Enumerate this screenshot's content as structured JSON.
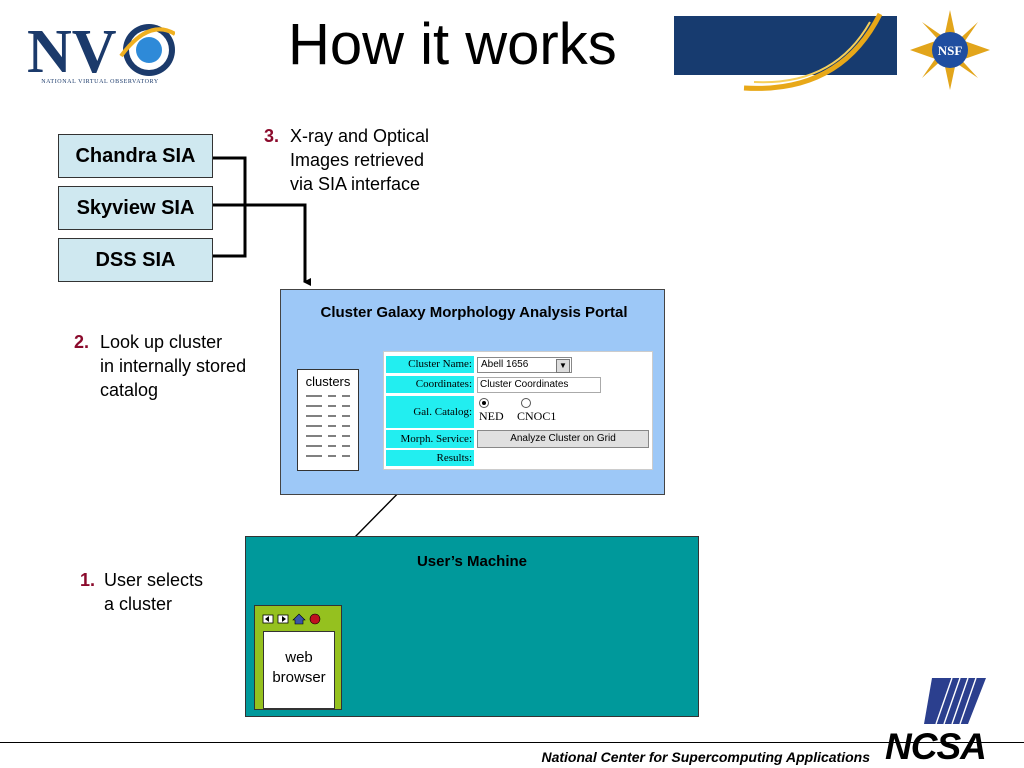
{
  "header": {
    "title": "How it works",
    "nvo_logo_text": "NV",
    "nvo_tagline": "NATIONAL VIRTUAL OBSERVATORY",
    "nsf_text": "NSF"
  },
  "sources": [
    "Chandra SIA",
    "Skyview SIA",
    "DSS SIA"
  ],
  "steps": {
    "step3": {
      "num": "3.",
      "lines": [
        "X-ray and Optical",
        "Images retrieved",
        "via SIA interface"
      ]
    },
    "step2": {
      "num": "2.",
      "lines": [
        "Look up cluster",
        "in internally stored",
        "catalog"
      ]
    },
    "step1": {
      "num": "1.",
      "lines": [
        "User selects",
        "a cluster"
      ]
    }
  },
  "portal": {
    "title": "Cluster Galaxy Morphology Analysis Portal",
    "clusters_label": "clusters",
    "form": {
      "cluster_name_label": "Cluster Name:",
      "cluster_name_value": "Abell 1656",
      "coordinates_label": "Coordinates:",
      "coordinates_value": "Cluster Coordinates",
      "gal_catalog_label": "Gal. Catalog:",
      "catalog_options": [
        "NED",
        "CNOC1"
      ],
      "catalog_selected": "NED",
      "morph_service_label": "Morph. Service:",
      "morph_button": "Analyze Cluster on Grid",
      "results_label": "Results:"
    }
  },
  "machine": {
    "title": "User’s Machine",
    "browser_lines": [
      "web",
      "browser"
    ]
  },
  "footer": {
    "text": "National Center for Supercomputing Applications",
    "ncsa_logo_text": "NCSA"
  },
  "colors": {
    "title_bar": "#173b6f",
    "source_box": "#cfe8f0",
    "step_number": "#8b0a2c",
    "portal_bg": "#9dc8f7",
    "form_label": "#22eef0",
    "machine_bg": "#00999b",
    "browser_bg": "#95c11f"
  }
}
